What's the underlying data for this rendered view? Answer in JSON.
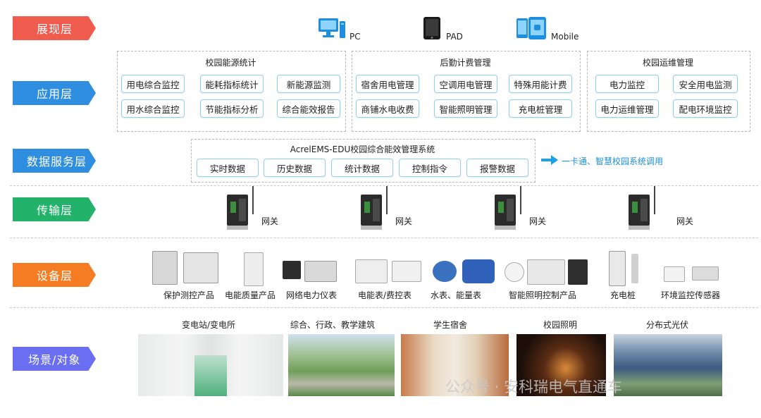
{
  "layers": [
    {
      "label": "展现层",
      "color": "#ef5b4c"
    },
    {
      "label": "应用层",
      "color": "#2f8ee0"
    },
    {
      "label": "数据服务层",
      "color": "#2f8ee0"
    },
    {
      "label": "传输层",
      "color": "#22b26a"
    },
    {
      "label": "设备层",
      "color": "#f57c23"
    },
    {
      "label": "场景/对象",
      "color": "#6a6ef0"
    }
  ],
  "presentation": {
    "pc": "PC",
    "pad": "PAD",
    "mobile": "Mobile"
  },
  "application": {
    "groups": [
      {
        "title": "校园能源统计",
        "items": [
          "用电综合监控",
          "能耗指标统计",
          "新能源监测",
          "用水综合监控",
          "节能指标分析",
          "综合能效报告"
        ]
      },
      {
        "title": "后勤计费管理",
        "items": [
          "宿舍用电管理",
          "空调用电管理",
          "特殊用能计费",
          "商铺水电收费",
          "智能照明管理",
          "充电桩管理"
        ]
      },
      {
        "title": "校园运维管理",
        "items": [
          "电力监控",
          "安全用电监测",
          "电力运维管理",
          "配电环境监控"
        ]
      }
    ]
  },
  "data_service": {
    "title": "AcrelEMS-EDU校园综合能效管理系统",
    "items": [
      "实时数据",
      "历史数据",
      "统计数据",
      "控制指令",
      "报警数据"
    ],
    "note": "一卡通、智慧校园系统调用"
  },
  "transport": {
    "gateways": [
      "网关",
      "网关",
      "网关",
      "网关"
    ]
  },
  "devices": {
    "labels": [
      "保护测控产品",
      "电能质量产品",
      "网络电力仪表",
      "电能表/费控表",
      "水表、能量表",
      "智能照明控制产品",
      "充电桩",
      "环境监控传感器"
    ]
  },
  "scenes": {
    "labels": [
      "变电站/变电所",
      "综合、行政、教学建筑",
      "学生宿舍",
      "校园照明",
      "分布式光伏"
    ]
  },
  "watermark": "公众号 · 安科瑞电气直通车"
}
